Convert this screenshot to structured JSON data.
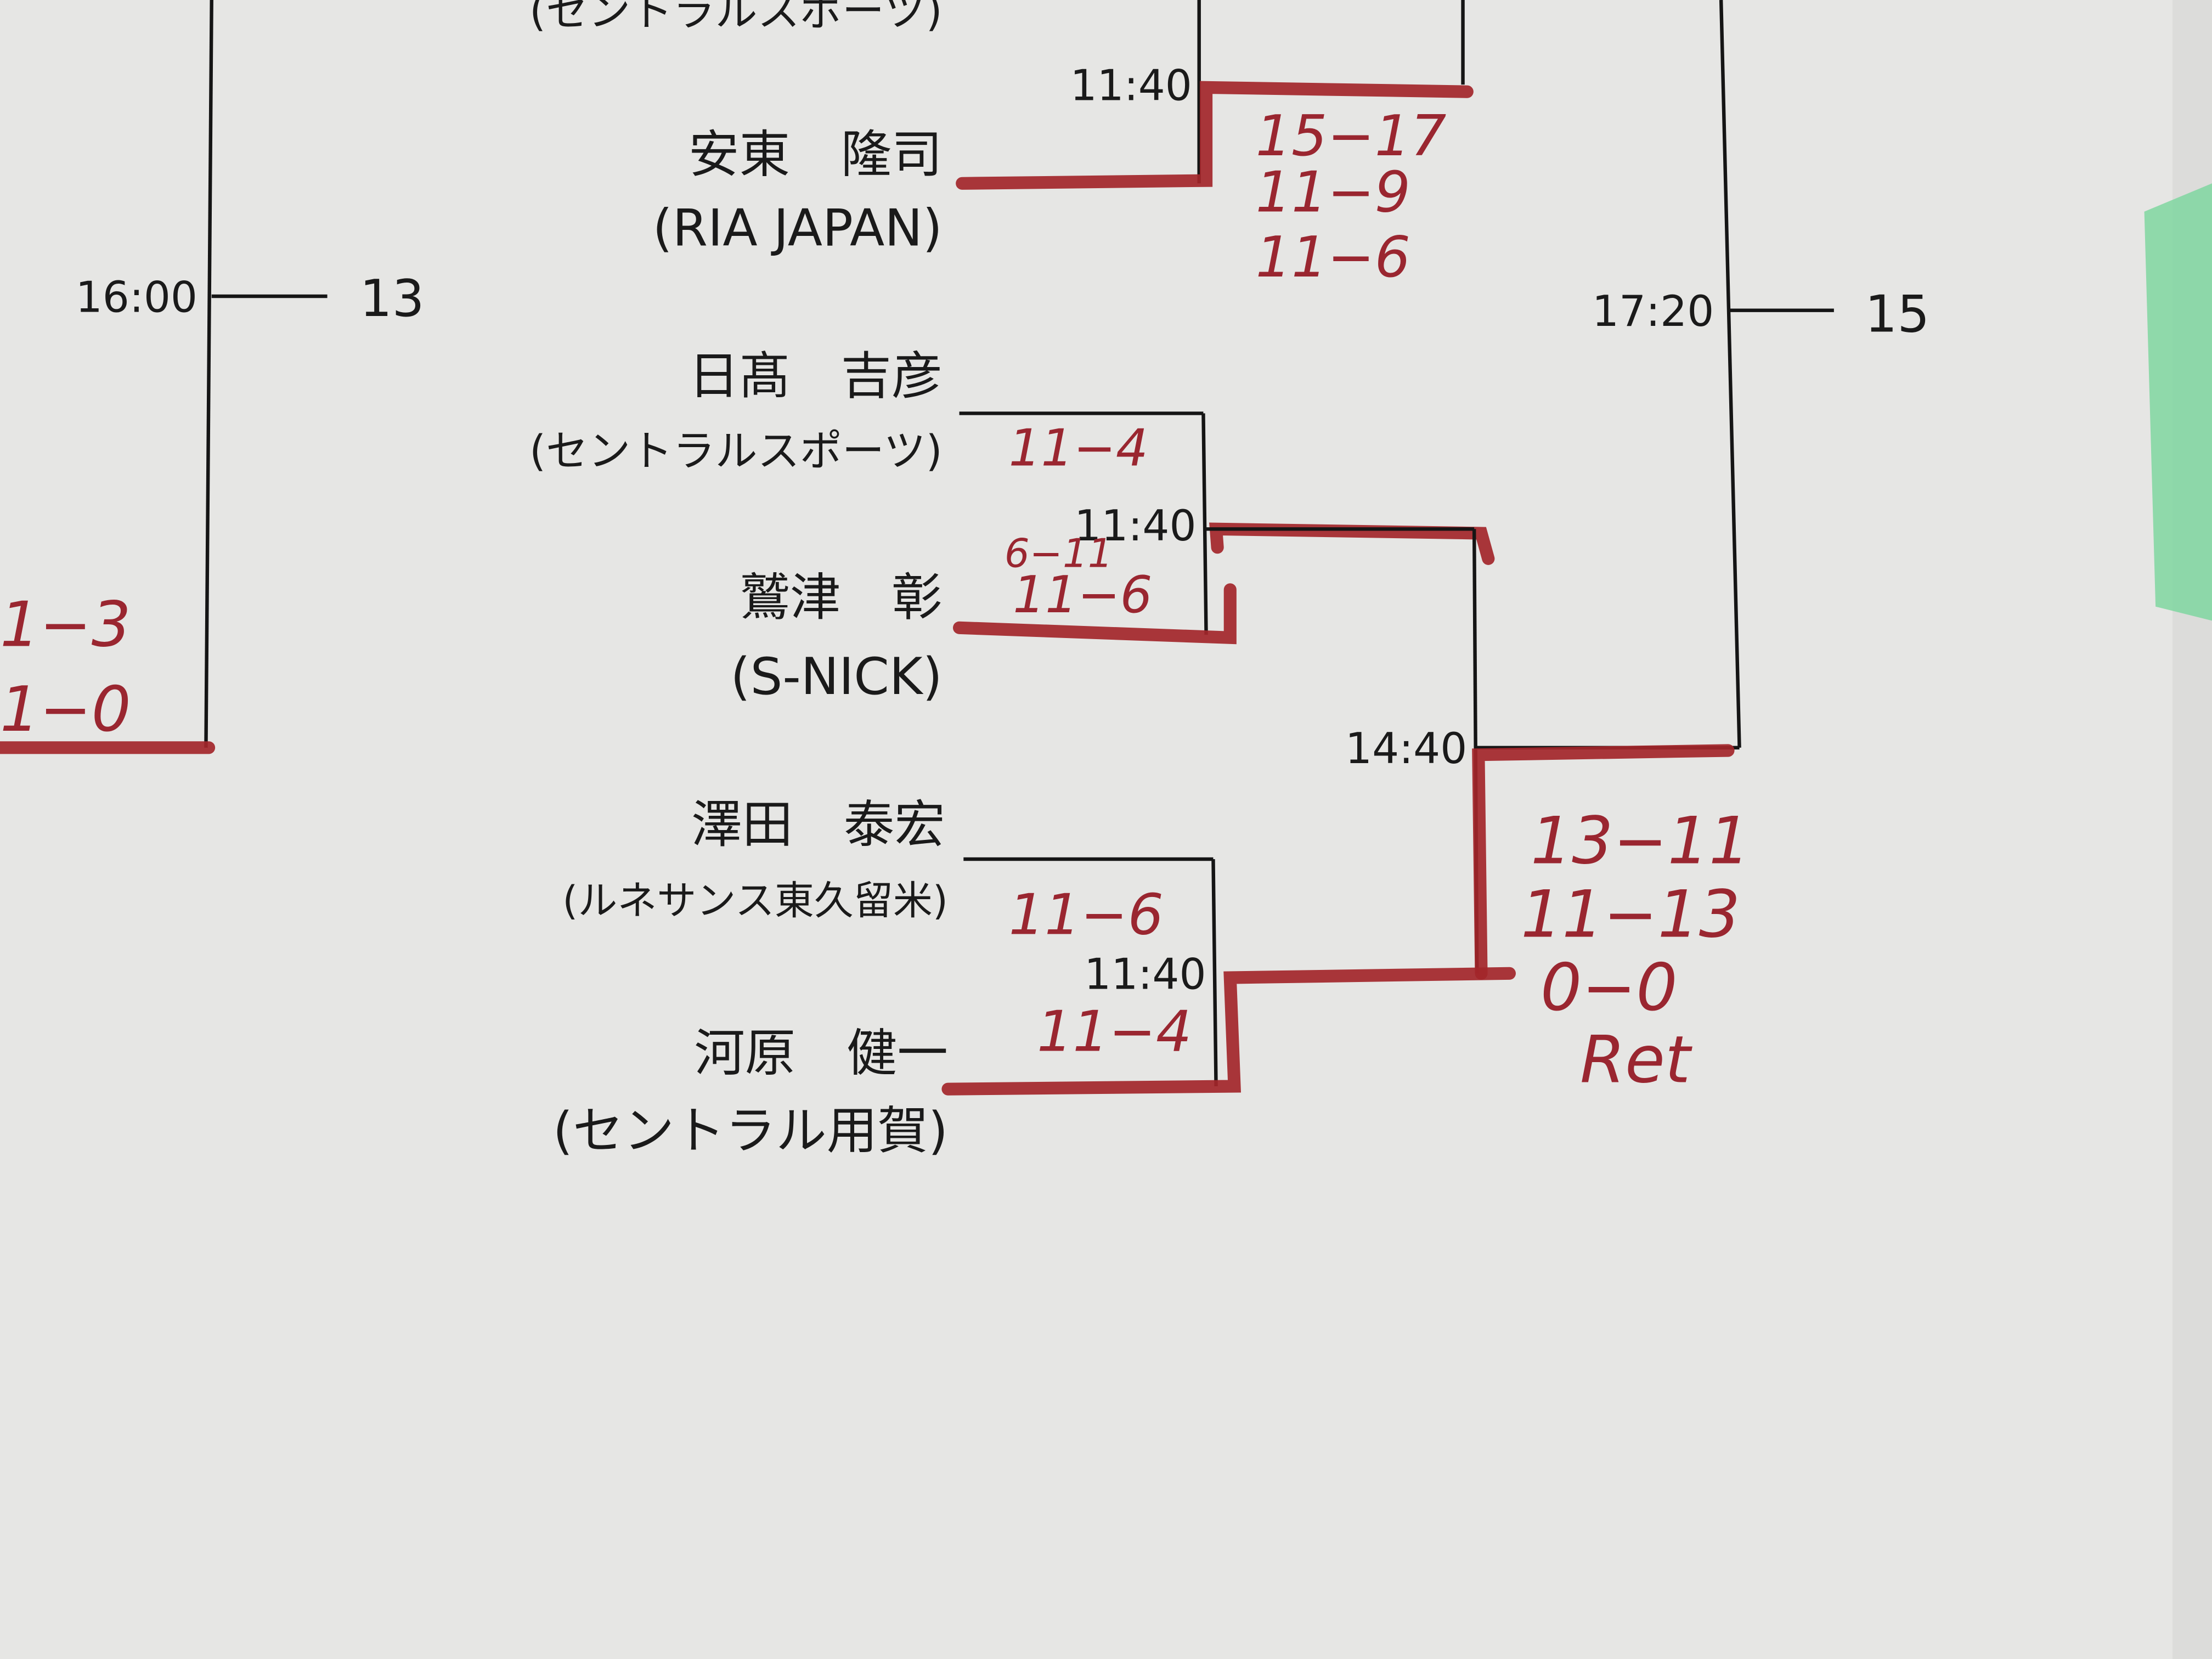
{
  "colors": {
    "paper": "#e6e6e4",
    "ink": "#1a1a1a",
    "red_marker": "#a3262a",
    "tape": "#7fd6a0"
  },
  "top_partial_team": "(セントラルスポーツ)",
  "left_bracket": {
    "time": "16:00",
    "match_no": "13",
    "scores": [
      "1−3",
      "1−0"
    ]
  },
  "right_bracket": {
    "time": "17:20",
    "match_no": "15"
  },
  "players": [
    {
      "name": "安東　隆司",
      "team": "(RIA JAPAN)"
    },
    {
      "name": "日髙　吉彦",
      "team": "(セントラルスポーツ)"
    },
    {
      "name": "鷲津　彰",
      "team": "(S-NICK)"
    },
    {
      "name": "澤田　泰宏",
      "team": "(ルネサンス東久留米)"
    },
    {
      "name": "河原　健一",
      "team": "(セントラル用賀)"
    }
  ],
  "matches": [
    {
      "time": "11:40",
      "scores": [
        "15−17",
        "11−9",
        "11−6"
      ]
    },
    {
      "time": "11:40",
      "scores": [
        "11−4",
        "6−11",
        "11−6"
      ]
    },
    {
      "time": "11:40",
      "scores": [
        "11−6",
        "11−4"
      ]
    },
    {
      "time": "14:40",
      "scores": [
        "13−11",
        "11−13",
        "0−0",
        "Ret"
      ]
    }
  ]
}
